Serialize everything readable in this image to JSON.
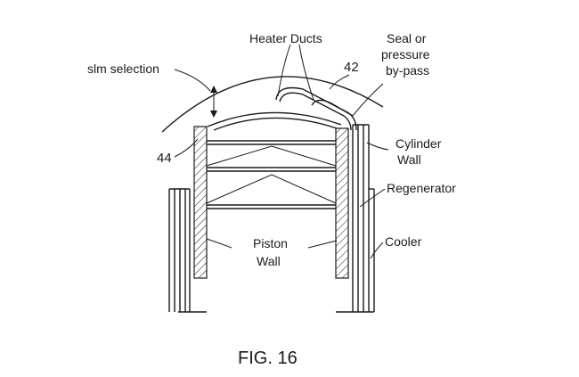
{
  "figure": {
    "caption": "FIG. 16",
    "labels": {
      "heater_ducts": "Heater Ducts",
      "seal_line1": "Seal or",
      "seal_line2": "pressure",
      "seal_line3": "by-pass",
      "slm_selection": "slm selection",
      "ref_42": "42",
      "ref_44": "44",
      "cylinder_line1": "Cylinder",
      "cylinder_line2": "Wall",
      "regenerator": "Regenerator",
      "piston_line1": "Piston",
      "piston_line2": "Wall",
      "cooler": "Cooler"
    }
  }
}
